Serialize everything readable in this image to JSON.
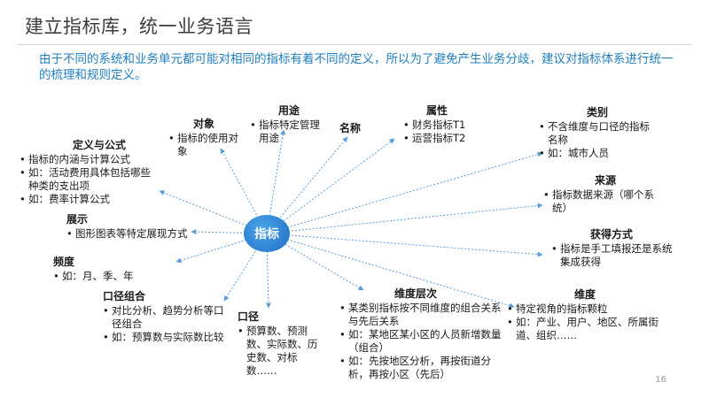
{
  "slide": {
    "title": "建立指标库，统一业务语言",
    "intro": "由于不同的系统和业务单元都可能对相同的指标有着不同的定义，所以为了避免产生业务分歧，建议对指标体系进行统一的梳理和规则定义。",
    "page_number": "16"
  },
  "hub": {
    "label": "指标"
  },
  "colors": {
    "accent": "#1f7fbf",
    "hub": "#2a82d6",
    "connector": "#5b9bd5"
  },
  "nodes": {
    "object": {
      "label": "对象",
      "items": [
        "指标的使用对象"
      ]
    },
    "purpose": {
      "label": "用途",
      "items": [
        "指标特定管理用途"
      ]
    },
    "name": {
      "label": "名称",
      "items": []
    },
    "attribute": {
      "label": "属性",
      "items": [
        "财务指标T1",
        "运营指标T2"
      ]
    },
    "category": {
      "label": "类别",
      "items": [
        "不含维度与口径的指标名称",
        "如：城市人员"
      ]
    },
    "definition": {
      "label": "定义与公式",
      "items": [
        "指标的内涵与计算公式",
        "如：活动费用具体包括哪些种类的支出项",
        "如：费率计算公式"
      ]
    },
    "source": {
      "label": "来源",
      "items": [
        "指标数据来源（哪个系统）"
      ]
    },
    "display": {
      "label": "展示",
      "items": [
        "图形图表等特定展现方式"
      ]
    },
    "acquisition": {
      "label": "获得方式",
      "items": [
        "指标是手工填报还是系统集成获得"
      ]
    },
    "frequency": {
      "label": "频度",
      "items": [
        "如：月、季、年"
      ]
    },
    "caliber_combo": {
      "label": "口径组合",
      "items": [
        "对比分析、趋势分析等口径组合",
        "如：预算数与实际数比较"
      ]
    },
    "caliber": {
      "label": "口径",
      "items": [
        "预算数、预测数、实际数、历史数、对标数……"
      ]
    },
    "dimension_level": {
      "label": "维度层次",
      "items": [
        "某类别指标按不同维度的组合关系与先后关系",
        "如：某地区某小区的人员新增数量（组合）",
        "如：先按地区分析，再按街道分析，再按小区（先后）"
      ]
    },
    "dimension": {
      "label": "维度",
      "items": [
        "特定视角的指标颗粒",
        "如：产业、用户、地区、所属街道、组织……"
      ]
    }
  }
}
